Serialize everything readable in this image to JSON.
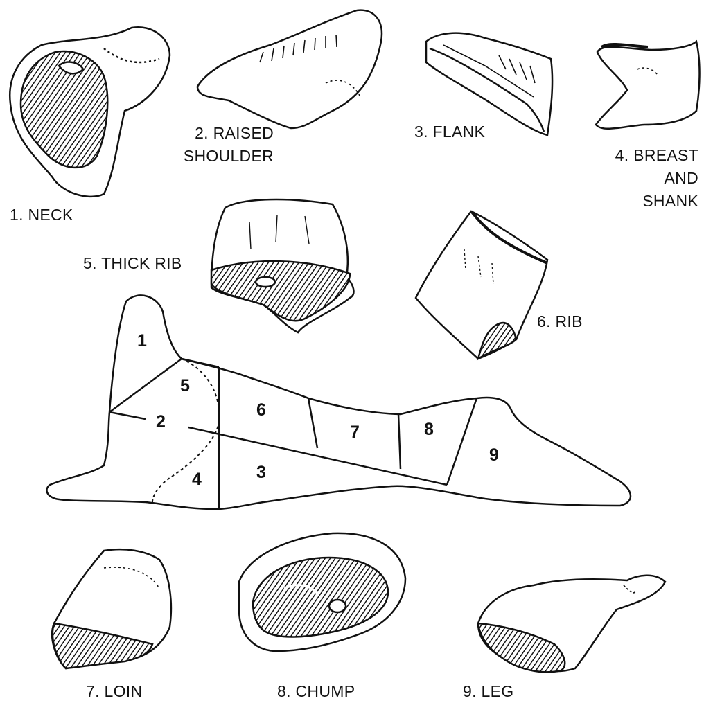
{
  "cut_labels": [
    {
      "number": "1.",
      "lines": [
        "NECK"
      ]
    },
    {
      "number": "2.",
      "lines": [
        "RAISED",
        "SHOULDER"
      ]
    },
    {
      "number": "3.",
      "lines": [
        "FLANK"
      ]
    },
    {
      "number": "4.",
      "lines": [
        "BREAST",
        "AND",
        "SHANK"
      ]
    },
    {
      "number": "5.",
      "lines": [
        "THICK RIB"
      ]
    },
    {
      "number": "6.",
      "lines": [
        "RIB"
      ]
    },
    {
      "number": "7.",
      "lines": [
        "LOIN"
      ]
    },
    {
      "number": "8.",
      "lines": [
        "CHUMP"
      ]
    },
    {
      "number": "9.",
      "lines": [
        "LEG"
      ]
    }
  ],
  "diagram_regions": [
    "1",
    "2",
    "3",
    "4",
    "5",
    "6",
    "7",
    "8",
    "9"
  ]
}
